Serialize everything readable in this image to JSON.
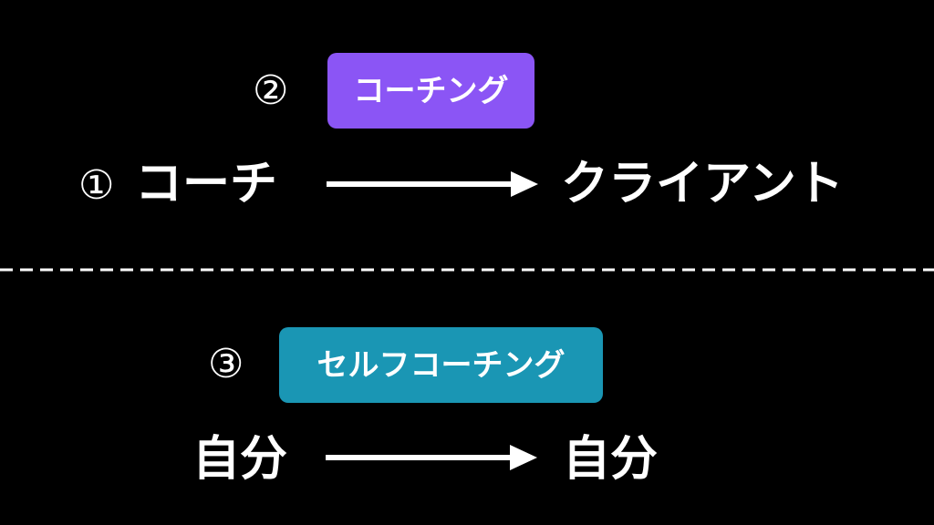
{
  "colors": {
    "background": "#000000",
    "text": "#ffffff",
    "coaching_badge": "#8b55f5",
    "self_coaching_badge": "#1a96b4",
    "divider": "#ffffff"
  },
  "top": {
    "marker_1": "①",
    "source": "コーチ",
    "target": "クライアント",
    "marker_2": "②",
    "badge_label": "コーチング"
  },
  "bottom": {
    "marker_3": "③",
    "badge_label": "セルフコーチング",
    "source": "自分",
    "target": "自分"
  }
}
